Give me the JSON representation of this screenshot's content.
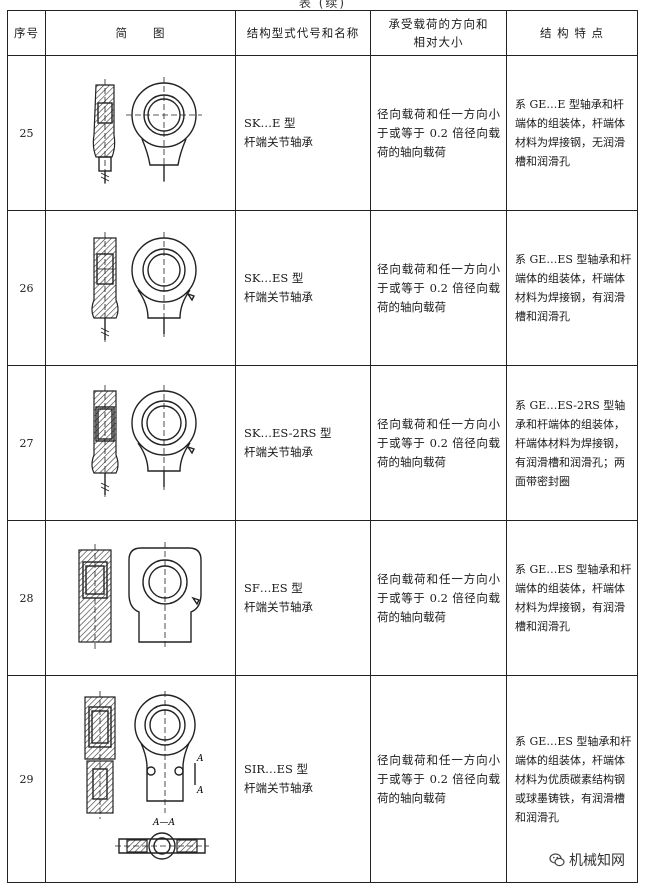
{
  "caption": "表 (续)",
  "headers": {
    "num": "序号",
    "diagram": "简　　图",
    "model": "结构型式代号和名称",
    "load": "承受载荷的方向和相对大小",
    "features": "结 构 特 点"
  },
  "rows": [
    {
      "num": "25",
      "model": "SK…E 型",
      "name": "杆端关节轴承",
      "load": "径向载荷和任一方向小于或等于 0.2 倍径向载荷的轴向载荷",
      "features": "系 GE…E 型轴承和杆端体的组装体，杆端体材料为焊接钢，无润滑槽和润滑孔",
      "diagram_icon": "rod-end-bearing-sk-e-drawing"
    },
    {
      "num": "26",
      "model": "SK…ES 型",
      "name": "杆端关节轴承",
      "load": "径向载荷和任一方向小于或等于 0.2 倍径向载荷的轴向载荷",
      "features": "系 GE…ES 型轴承和杆端体的组装体，杆端体材料为焊接钢，有润滑槽和润滑孔",
      "diagram_icon": "rod-end-bearing-sk-es-drawing"
    },
    {
      "num": "27",
      "model": "SK…ES-2RS 型",
      "name": "杆端关节轴承",
      "load": "径向载荷和任一方向小于或等于 0.2 倍径向载荷的轴向载荷",
      "features": "系 GE…ES-2RS 型轴承和杆端体的组装体，杆端体材料为焊接钢，有润滑槽和润滑孔；两面带密封圈",
      "diagram_icon": "rod-end-bearing-sk-es-2rs-drawing"
    },
    {
      "num": "28",
      "model": "SF…ES 型",
      "name": "杆端关节轴承",
      "load": "径向载荷和任一方向小于或等于 0.2 倍径向载荷的轴向载荷",
      "features": "系 GE…ES 型轴承和杆端体的组装体，杆端体材料为焊接钢，有润滑槽和润滑孔",
      "diagram_icon": "rod-end-bearing-sf-es-drawing"
    },
    {
      "num": "29",
      "model": "SIR…ES 型",
      "name": "杆端关节轴承",
      "load": "径向载荷和任一方向小于或等于 0.2 倍径向载荷的轴向载荷",
      "features": "系 GE…ES 型轴承和杆端体的组装体，杆端体材料为优质碳素结构钢或球墨铸铁，有润滑槽和润滑孔",
      "diagram_icon": "rod-end-bearing-sir-es-drawing",
      "diagram_labels": {
        "section_top": "A",
        "section_bottom": "A",
        "section_name": "A—A"
      }
    }
  ],
  "watermark": {
    "text": "机械知网",
    "icon": "wechat-icon"
  }
}
